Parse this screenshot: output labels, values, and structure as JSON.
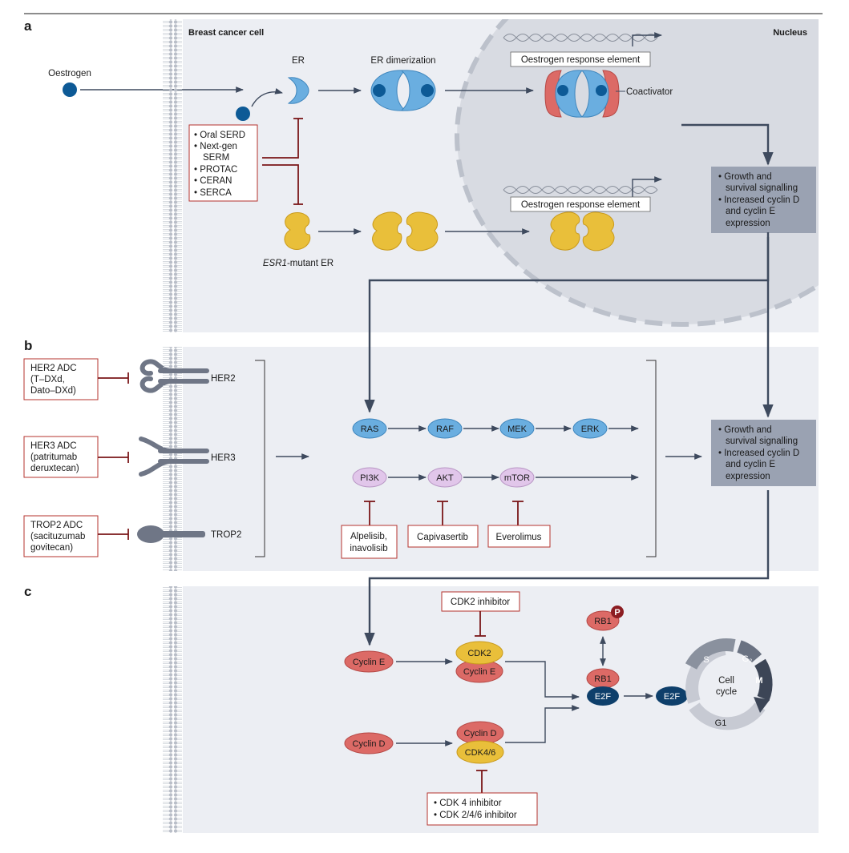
{
  "panels": {
    "a": "a",
    "b": "b",
    "c": "c"
  },
  "panel_a": {
    "cell_title": "Breast cancer cell",
    "nucleus_label": "Nucleus",
    "oestrogen_label": "Oestrogen",
    "er_label": "ER",
    "dimer_label": "ER dimerization",
    "ere_label_1": "Oestrogen response element",
    "ere_label_2": "Oestrogen response element",
    "coactivator_label": "Coactivator",
    "mutant_italic": "ESR1",
    "mutant_rest": "-mutant ER",
    "drugs": [
      "Oral SERD",
      "Next-gen",
      "SERM",
      "PROTAC",
      "CERAN",
      "SERCA"
    ],
    "outcome": [
      "Growth and",
      "survival signalling",
      "Increased cyclin D",
      "and cyclin E",
      "expression"
    ]
  },
  "panel_b": {
    "adc_her2": [
      "HER2 ADC",
      "(T–DXd,",
      "Dato–DXd)"
    ],
    "adc_her3": [
      "HER3 ADC",
      "(patritumab",
      "deruxtecan)"
    ],
    "adc_trop2": [
      "TROP2 ADC",
      "(sacituzumab",
      "govitecan)"
    ],
    "receptors": {
      "her2": "HER2",
      "her3": "HER3",
      "trop2": "TROP2"
    },
    "mapk": [
      "RAS",
      "RAF",
      "MEK",
      "ERK"
    ],
    "pi3k": [
      "PI3K",
      "AKT",
      "mTOR"
    ],
    "inhibitors": {
      "pi3k": [
        "Alpelisib,",
        "inavolisib"
      ],
      "akt": "Capivasertib",
      "mtor": "Everolimus"
    },
    "outcome": [
      "Growth and",
      "survival signalling",
      "Increased cyclin D",
      "and cyclin E",
      "expression"
    ]
  },
  "panel_c": {
    "cdk2_inhibitor": "CDK2 inhibitor",
    "cyclin_e": "Cyclin E",
    "cyclin_d": "Cyclin D",
    "cdk2": "CDK2",
    "cdk2_cyclin": "Cyclin E",
    "cdk46_cyclin": "Cyclin D",
    "cdk46": "CDK4/6",
    "rb1_p": "RB1",
    "p_label": "P",
    "rb1": "RB1",
    "e2f_bound": "E2F",
    "e2f_free": "E2F",
    "cdk46_inhibitors": [
      "CDK 4 inhibitor",
      "CDK 2/4/6 inhibitor"
    ],
    "cycle": {
      "title_1": "Cell",
      "title_2": "cycle",
      "s": "S",
      "g2": "G₂",
      "m": "M",
      "g1": "G1"
    }
  },
  "colors": {
    "panel_bg": "#eceef3",
    "nucleus": "#d8dbe2",
    "er_blue": "#6aaee0",
    "ligand": "#0d5a96",
    "mutant_yellow": "#e9bf3a",
    "coactivator_red": "#dc6a66",
    "outcome_box": "#9aa2b2",
    "inhibitor": "#7a1618",
    "box_border": "#b5332e",
    "receptor_grey": "#6f7686",
    "e2f_navy": "#0e3f6b"
  }
}
